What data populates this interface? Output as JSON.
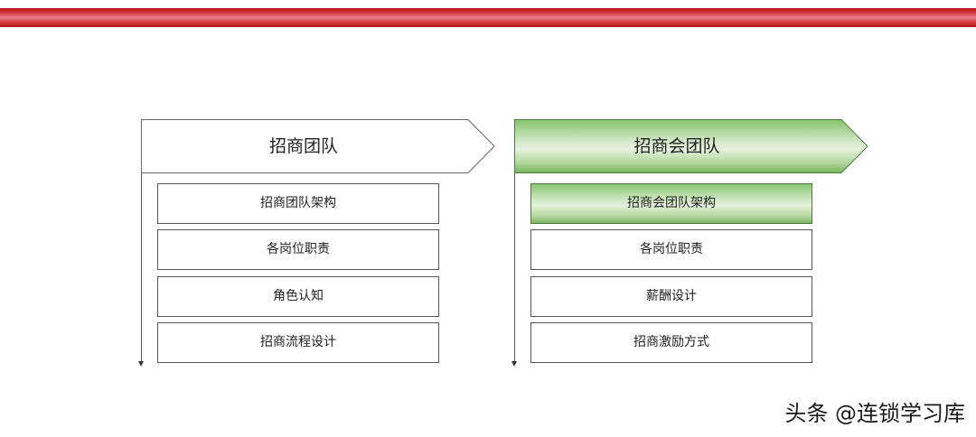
{
  "decoration": {
    "top_bar_color": "#c8242c"
  },
  "columns": [
    {
      "title": "招商团队",
      "style": "plain",
      "items": [
        {
          "label": "招商团队架构",
          "highlighted": false
        },
        {
          "label": "各岗位职责",
          "highlighted": false
        },
        {
          "label": "角色认知",
          "highlighted": false
        },
        {
          "label": "招商流程设计",
          "highlighted": false
        }
      ]
    },
    {
      "title": "招商会团队",
      "style": "green",
      "items": [
        {
          "label": "招商会团队架构",
          "highlighted": true
        },
        {
          "label": "各岗位职责",
          "highlighted": false
        },
        {
          "label": "薪酬设计",
          "highlighted": false
        },
        {
          "label": "招商激励方式",
          "highlighted": false
        }
      ]
    }
  ],
  "colors": {
    "green_accent": "#9fcf8a",
    "green_border": "#4f7a3d",
    "line": "#555555"
  },
  "watermark": "头条 @连锁学习库"
}
